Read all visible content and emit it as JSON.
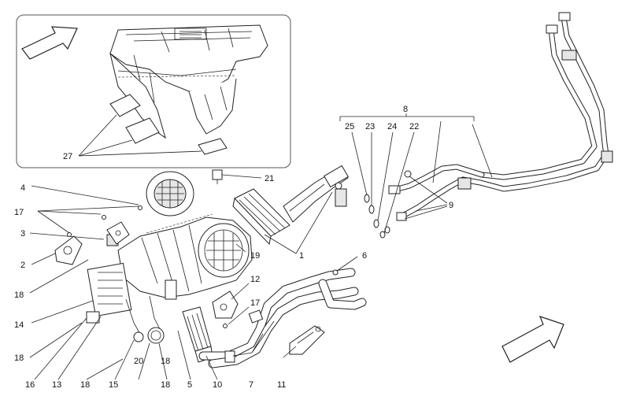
{
  "callouts": {
    "c1": "1",
    "c2": "2",
    "c3": "3",
    "c4": "4",
    "c5": "5",
    "c6": "6",
    "c7": "7",
    "c8": "8",
    "c9": "9",
    "c10": "10",
    "c11": "11",
    "c12": "12",
    "c13": "13",
    "c14": "14",
    "c15": "15",
    "c16": "16",
    "c17a": "17",
    "c17b": "17",
    "c18a": "18",
    "c18b": "18",
    "c18c": "18",
    "c18d": "18",
    "c18e": "18",
    "c19": "19",
    "c20": "20",
    "c21": "21",
    "c22": "22",
    "c23": "23",
    "c24": "24",
    "c25": "25",
    "c27": "27"
  }
}
